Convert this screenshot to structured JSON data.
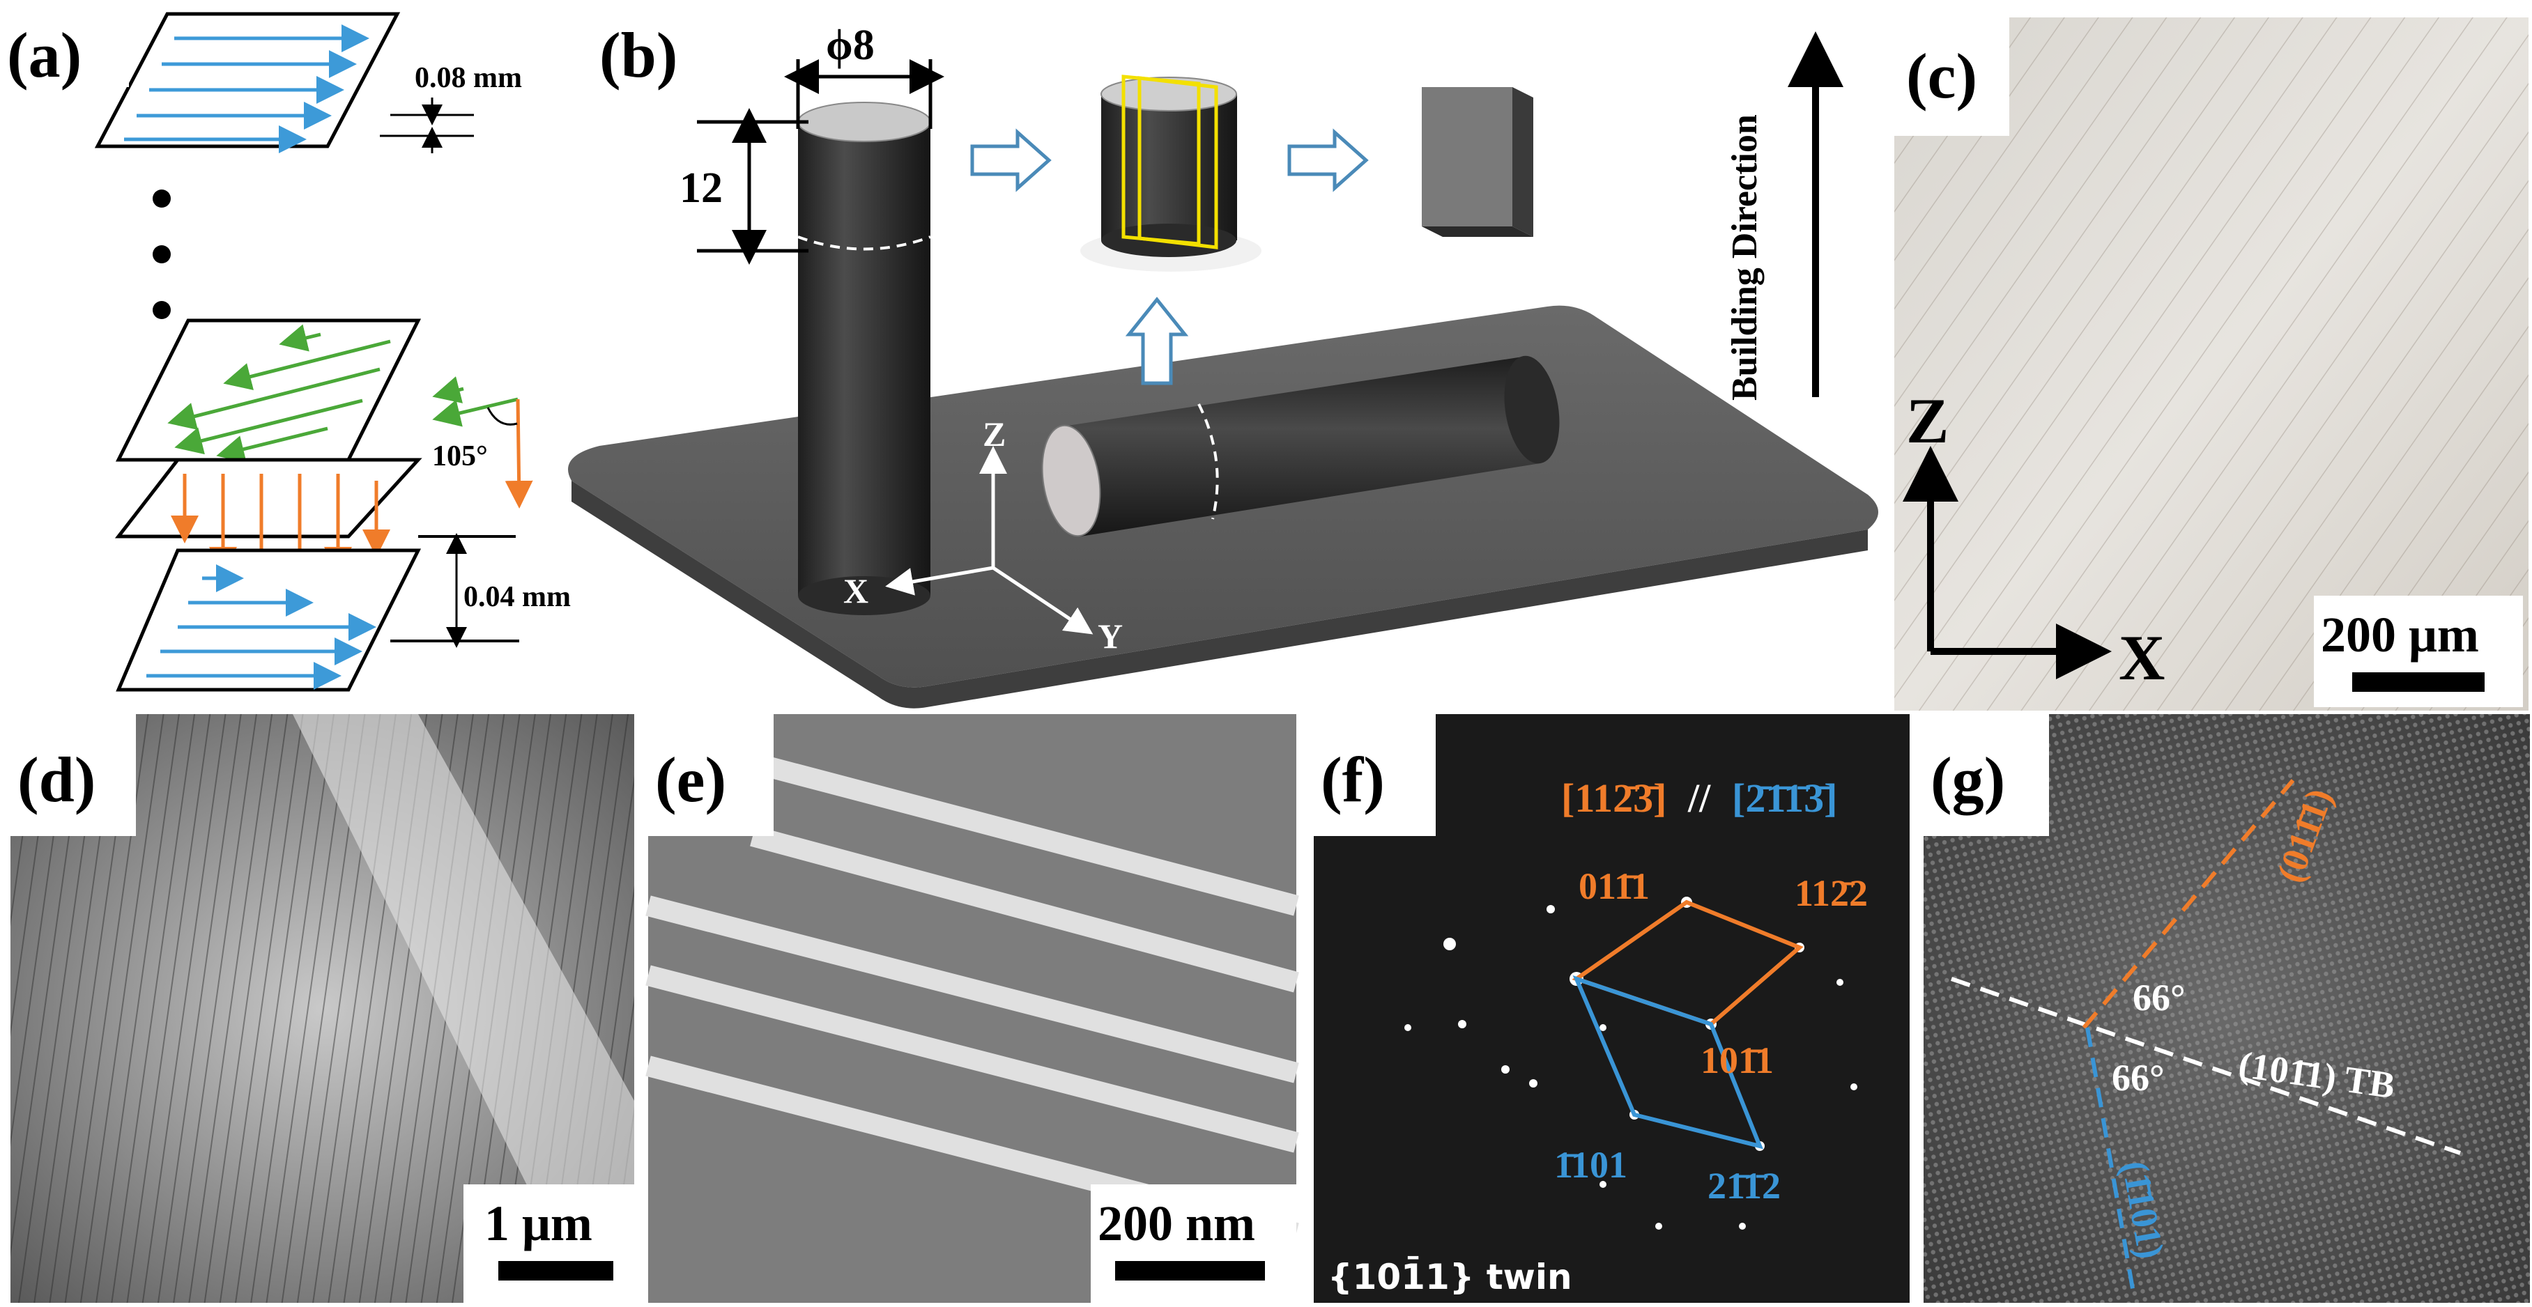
{
  "panels": {
    "a": {
      "label": "(a)",
      "hatch_spacing": "0.08 mm",
      "layer_thickness": "0.04 mm",
      "rotation_angle": "105°"
    },
    "b": {
      "label": "(b)",
      "diameter": "ϕ8",
      "height": "12",
      "axis_x": "X",
      "axis_y": "Y",
      "axis_z": "Z",
      "building_direction": "Building Direction"
    },
    "c": {
      "label": "(c)",
      "axis_z": "Z",
      "axis_x": "X",
      "scale_bar": "200 μm"
    },
    "d": {
      "label": "(d)",
      "scale_bar": "1 μm"
    },
    "e": {
      "label": "(e)",
      "scale_bar": "200 nm"
    },
    "f": {
      "label": "(f)",
      "zone_axis_orange": "[112̄3̄]",
      "zone_sep": "//",
      "zone_axis_blue": "[2̄1̄1̄3̄]",
      "spot_01_1": "011̄1",
      "spot_11_22": "112̄2",
      "spot_10_11": "101̄1",
      "spot_1101": "1̄101",
      "spot_2112": "21̄1̄2",
      "twin_type": "{101̄1} twin"
    },
    "g": {
      "label": "(g)",
      "plane_orange": "(011̄1)",
      "plane_blue": "(1̄101)",
      "angle_top": "66°",
      "angle_bottom": "66°",
      "tb_label": "(101̄1) TB"
    }
  },
  "colors": {
    "scan_blue": "#3d9ad8",
    "scan_green": "#4aa838",
    "scan_orange": "#f07c2a",
    "diff_orange": "#f07c2a",
    "diff_blue": "#3a95d6",
    "plate_gray": "#5e5e5e",
    "cylinder_dark": "#333333",
    "arrow_outline": "#4a8ab8"
  }
}
